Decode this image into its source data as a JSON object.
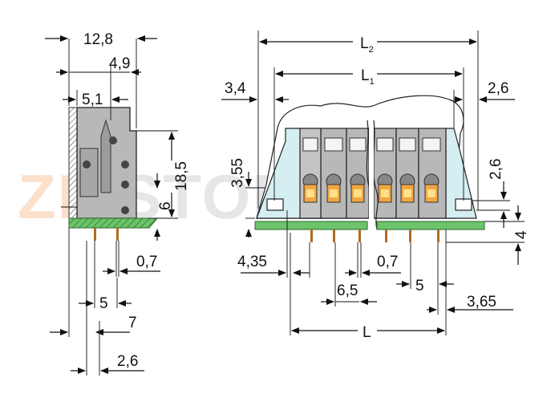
{
  "watermark": {
    "lead": "ZIP",
    "rest": "STORE.RU"
  },
  "side_view": {
    "width_total": "12,8",
    "offset_top": "4,9",
    "offset_inner": "5,1",
    "height": "18,5",
    "pin_height": "6",
    "pin_width": "0,7",
    "pitch": "5",
    "pin_offset": "7",
    "pin_spacing": "2,6"
  },
  "front_view": {
    "length_overall": {
      "base": "L",
      "sub": "2"
    },
    "length_inner": {
      "base": "L",
      "sub": "1"
    },
    "left_margin": "3,4",
    "right_margin": "2,6",
    "left_height": "3,55",
    "right_height": "2,6",
    "pcb_thickness": "4",
    "left_pin_offset": "4,35",
    "pin_width": "0,7",
    "pitch": "6,5",
    "pitch_small": "5",
    "right_pin_offset": "3,65",
    "length": "L"
  },
  "colors": {
    "housing_gray": "#b8b8b8",
    "housing_light": "#d4eef2",
    "pcb_green": "#6cc36a",
    "lever_orange": "#f2a642",
    "lever_yellow": "#ffe08a"
  }
}
